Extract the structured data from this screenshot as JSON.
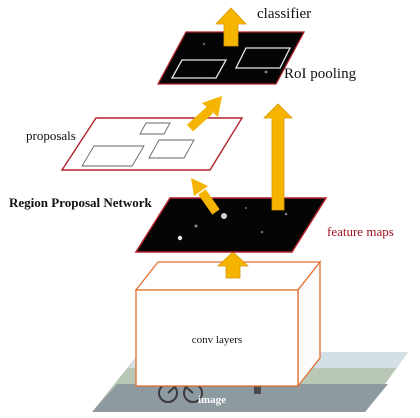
{
  "labels": {
    "classifier": "classifier",
    "roi_pooling": "RoI pooling",
    "proposals": "proposals",
    "region_proposal_network": "Region Proposal Network",
    "feature_maps": "feature maps",
    "conv_layers": "conv layers",
    "image": "image"
  },
  "colors": {
    "arrow": "#f5b400",
    "arrow_stroke": "#d99a00",
    "map_fill": "#050505",
    "map_border": "#b0222a",
    "conv_border": "#e07030",
    "feature_maps_text": "#a0141e"
  },
  "icons": {
    "arrow": "up-arrow-icon"
  }
}
